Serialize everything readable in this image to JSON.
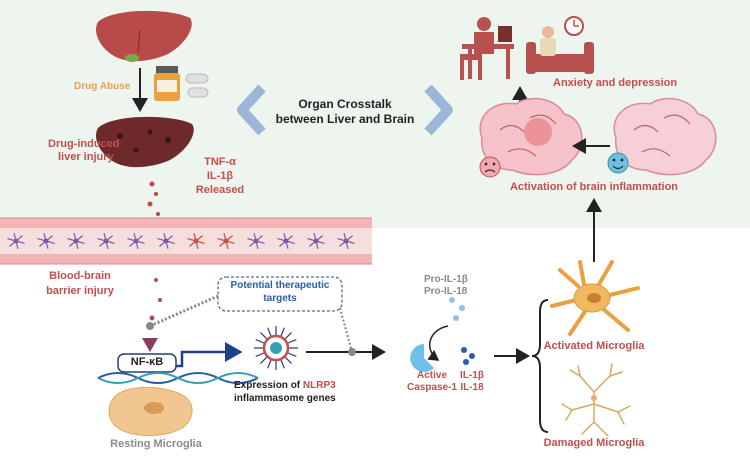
{
  "labels": {
    "drug_abuse": "Drug Abuse",
    "liver_injury_1": "Drug-induced",
    "liver_injury_2": "liver injury",
    "tnf": "TNF-α",
    "il1b_released": "IL-1β",
    "released": "Released",
    "crosstalk_1": "Organ Crosstalk",
    "crosstalk_2": "between Liver and Brain",
    "anxiety": "Anxiety and depression",
    "brain_inflammation": "Activation of brain inflammation",
    "bbb_1": "Blood-brain",
    "bbb_2": "barrier injury",
    "targets_1": "Potential therapeutic",
    "targets_2": "targets",
    "pro_il1b": "Pro-IL-1β",
    "pro_il18": "Pro-IL-18",
    "nfkb": "NF-κB",
    "expression_1": "Expression of",
    "nlrp3": "NLRP3",
    "expression_2": "inflammasome genes",
    "active": "Active",
    "caspase": "Caspase-1",
    "il1b": "IL-1β",
    "il18": "IL-18",
    "activated_microglia": "Activated Microglia",
    "damaged_microglia": "Damaged Microglia",
    "resting_microglia": "Resting Microglia"
  },
  "colors": {
    "top_panel": "#eef5ee",
    "label_red": "#c0504d",
    "liver": "#b84a4a",
    "liver_damaged": "#6e2a2a",
    "pathway_arrow": "#8b3a62",
    "chevron": "#9bb6d8",
    "target_box": "#4a6fa5"
  }
}
